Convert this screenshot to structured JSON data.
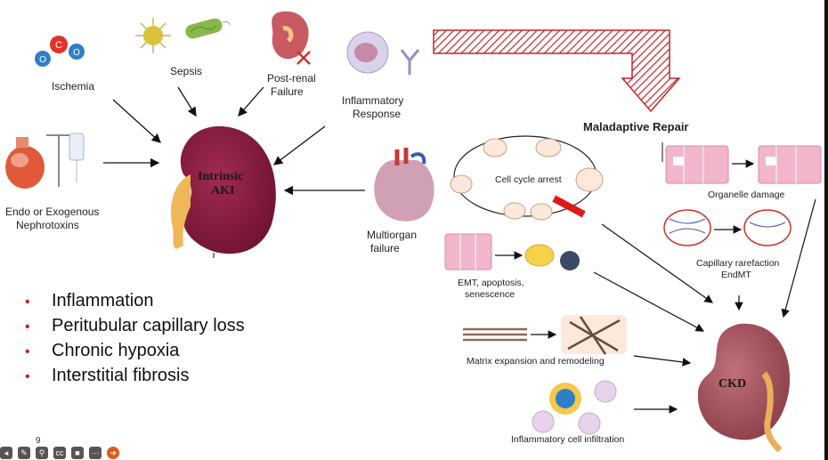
{
  "labels": {
    "ischemia": "Ischemia",
    "sepsis": "Sepsis",
    "post_renal_1": "Post-renal",
    "post_renal_2": "Failure",
    "inflammatory_1": "Inflammatory",
    "inflammatory_2": "Response",
    "endo_1": "Endo or Exogenous",
    "endo_2": "Nephrotoxins",
    "intrinsic_1": "Intrinsic",
    "intrinsic_2": "AKI",
    "multiorgan_1": "Multiorgan",
    "multiorgan_2": "failure",
    "maladaptive": "Maladaptive Repair",
    "cell_cycle": "Cell cycle arrest",
    "organelle": "Organelle damage",
    "capillary_1": "Capillary rarefaction",
    "capillary_2": "EndMT",
    "emt_1": "EMT, apoptosis,",
    "emt_2": "senescence",
    "matrix": "Matrix expansion and remodeling",
    "inflam_cell": "Inflammatory cell infiltration",
    "ckd": "CKD"
  },
  "bullets": [
    "Inflammation",
    "Peritubular capillary loss",
    "Chronic hypoxia",
    "Interstitial fibrosis"
  ],
  "slide_number": "9",
  "colors": {
    "kidney": "#8a1c3f",
    "ureter": "#f0b65a",
    "ckd_kidney": "#a5525e",
    "bullet": "#c0201f",
    "arrow_hatch": "#c0262a"
  },
  "icons": {
    "molecule": "o-c-o-molecule-icon",
    "virus": "virus-icon",
    "bacterium": "bacterium-icon",
    "kidney_small": "post-renal-kidney-icon",
    "cell": "inflammatory-cell-icon",
    "antibody": "antibody-icon",
    "heart": "heart-icon",
    "iv_bag": "iv-bag-icon"
  }
}
